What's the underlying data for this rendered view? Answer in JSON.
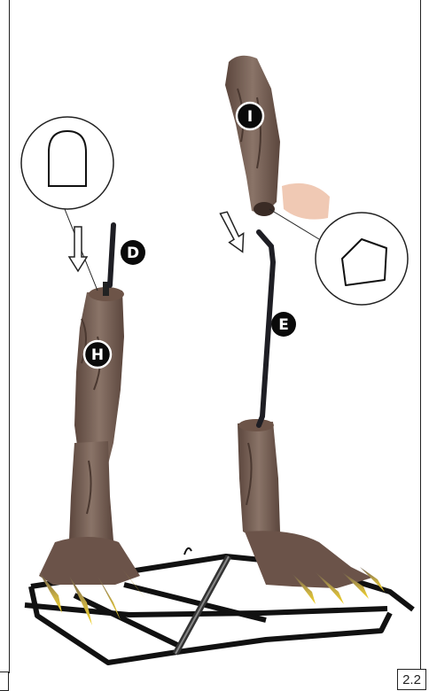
{
  "labels": {
    "d": "D",
    "e": "E",
    "h": "H",
    "i": "I"
  },
  "page_number": "2.2",
  "icons": [
    "down-arrow-icon",
    "down-arrow-icon"
  ],
  "colors": {
    "leg": "#7a6458",
    "leg_dark": "#5b463d",
    "claw_tip": "#e8c51e",
    "frame": "#111111",
    "rod": "#1e1e24",
    "skin": "#f0c9b4"
  }
}
